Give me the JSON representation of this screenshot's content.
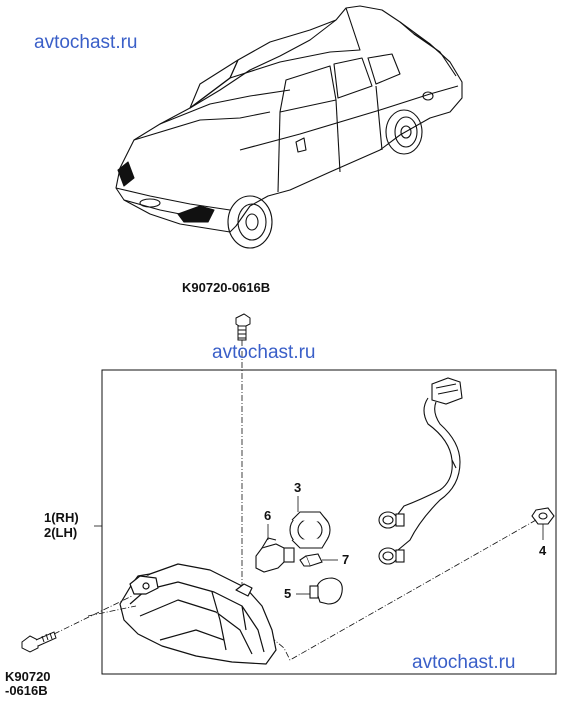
{
  "watermarks": {
    "top": "avtochast.ru",
    "middle": "avtochast.ru",
    "bottom": "avtochast.ru"
  },
  "parts": {
    "bolt_top": "K90720-0616B",
    "lamp_rh": "1(RH)",
    "lamp_lh": "2(LH)",
    "socket": "3",
    "clip": "4",
    "bulb_small": "5",
    "bulb_main": "6",
    "bulb_wedge": "7",
    "bolt_bottom_line1": "K90720",
    "bolt_bottom_line2": "-0616B"
  },
  "colors": {
    "line": "#111111",
    "watermark": "#3a5fc8"
  }
}
